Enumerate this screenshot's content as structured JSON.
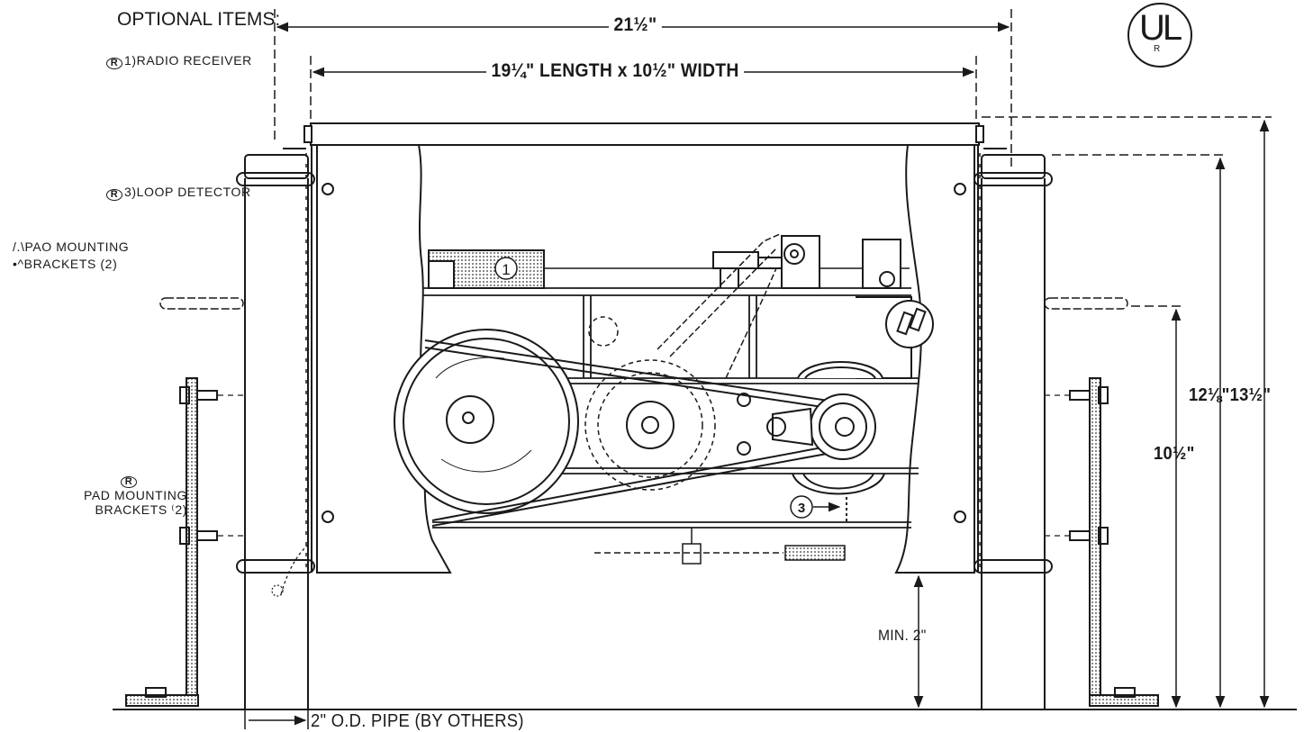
{
  "title": "OPTIONAL ITEMS:",
  "optional_items": [
    {
      "text": "1)RADIO RECEIVER"
    },
    {
      "text": "3)LOOP DETECTOR"
    },
    {
      "text": "/.\\PAO MOUNTING"
    },
    {
      "text": "•^BRACKETS (2)"
    }
  ],
  "pad_mounting_label": {
    "symbol": "R",
    "line1": "PAD MOUNTING",
    "line2": "BRACKETS ⁽2)"
  },
  "dimensions": {
    "overall_width": "21½\"",
    "length_width": "19¼\" LENGTH x 10½\" WIDTH",
    "height_small": "12⅛\"",
    "height_large": "13½\"",
    "mount_height": "10½\"",
    "min_clearance": "MIN. 2\"",
    "pipe": "2\" O.D. PIPE (BY OTHERS)"
  },
  "callouts": {
    "c1": "1",
    "c3": "3"
  },
  "mark": {
    "letters": "UL",
    "r": "R"
  },
  "colors": {
    "ink": "#1a1a1a",
    "paper": "#ffffff"
  }
}
